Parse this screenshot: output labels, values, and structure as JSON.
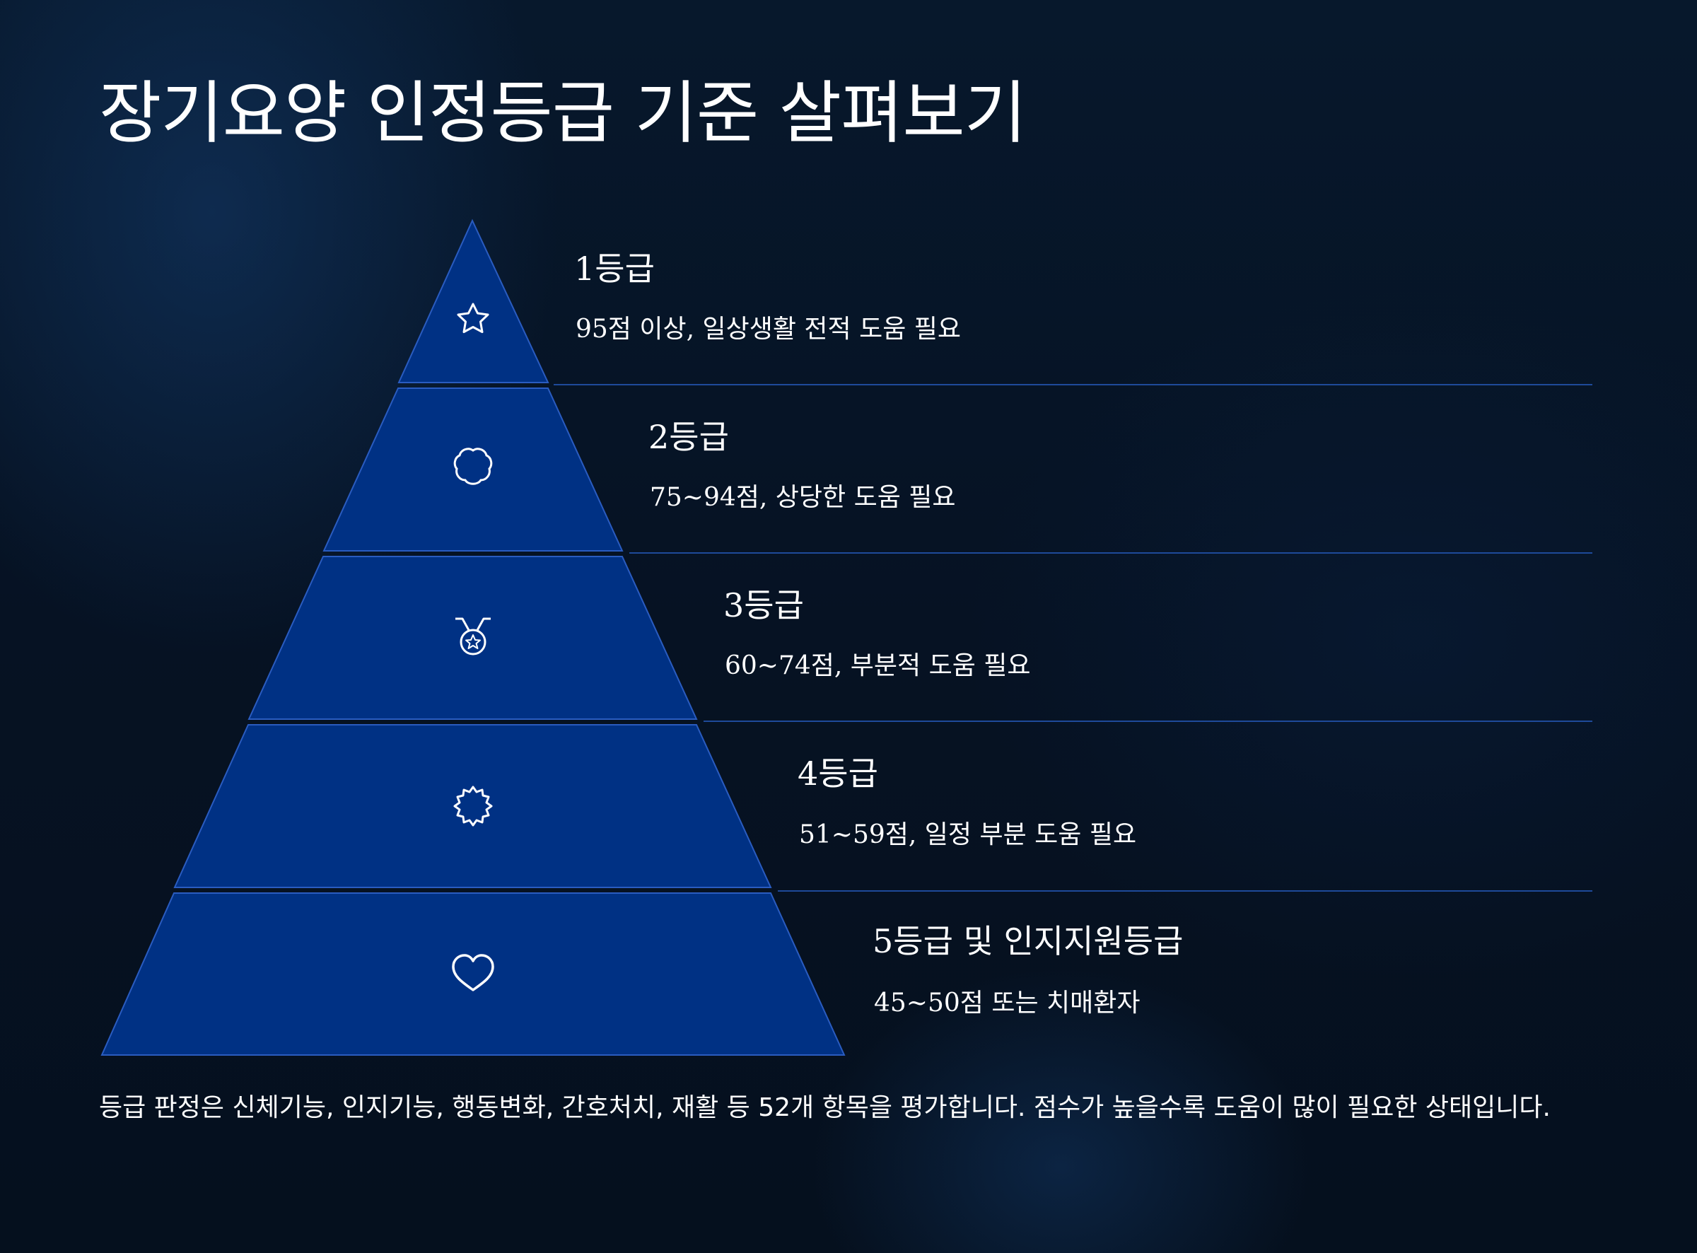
{
  "title": "장기요양 인정등급 기준 살펴보기",
  "tiers": [
    {
      "grade": "1등급",
      "description": "95점 이상, 일상생활 전적 도움 필요",
      "icon": "star-icon"
    },
    {
      "grade": "2등급",
      "description": "75~94점, 상당한 도움 필요",
      "icon": "flower-icon"
    },
    {
      "grade": "3등급",
      "description": "60~74점, 부분적 도움 필요",
      "icon": "medal-icon"
    },
    {
      "grade": "4등급",
      "description": "51~59점, 일정 부분 도움 필요",
      "icon": "badge-icon"
    },
    {
      "grade": "5등급 및 인지지원등급",
      "description": "45~50점 또는 치매환자",
      "icon": "heart-icon"
    }
  ],
  "footer": "등급 판정은 신체기능, 인지기능, 행동변화, 간호처치, 재활 등 52개 항목을 평가합니다. 점수가 높을수록 도움이 많이 필요한 상태입니다.",
  "colors": {
    "pyramid_fill": "#003184",
    "pyramid_stroke": "#2a5cc0",
    "divider": "#1e4a9a",
    "text": "#ffffff"
  }
}
